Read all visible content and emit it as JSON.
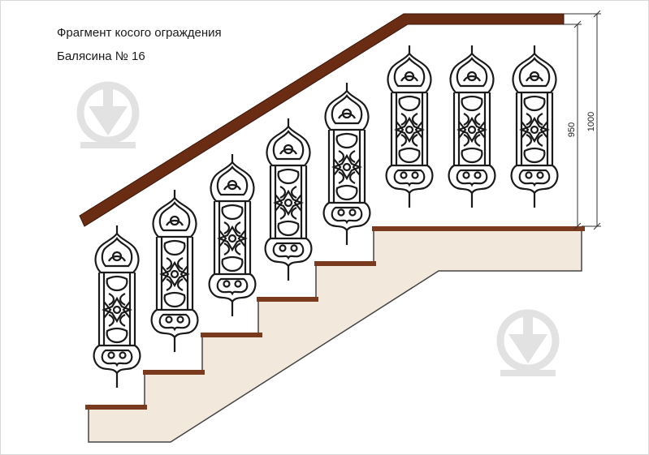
{
  "caption": {
    "line1": "Фрагмент косого ограждения",
    "line2": "Балясина № 16"
  },
  "dimensions": {
    "inner": "950",
    "outer": "1000"
  },
  "colors": {
    "handrail": "#6b2c14",
    "tread": "#7a3a1e",
    "stair_body": "#f2e8dc",
    "baluster": "#1a1a1a",
    "watermark": "#e2e2e2"
  },
  "icons": {
    "watermark": "download-arrow-icon"
  }
}
